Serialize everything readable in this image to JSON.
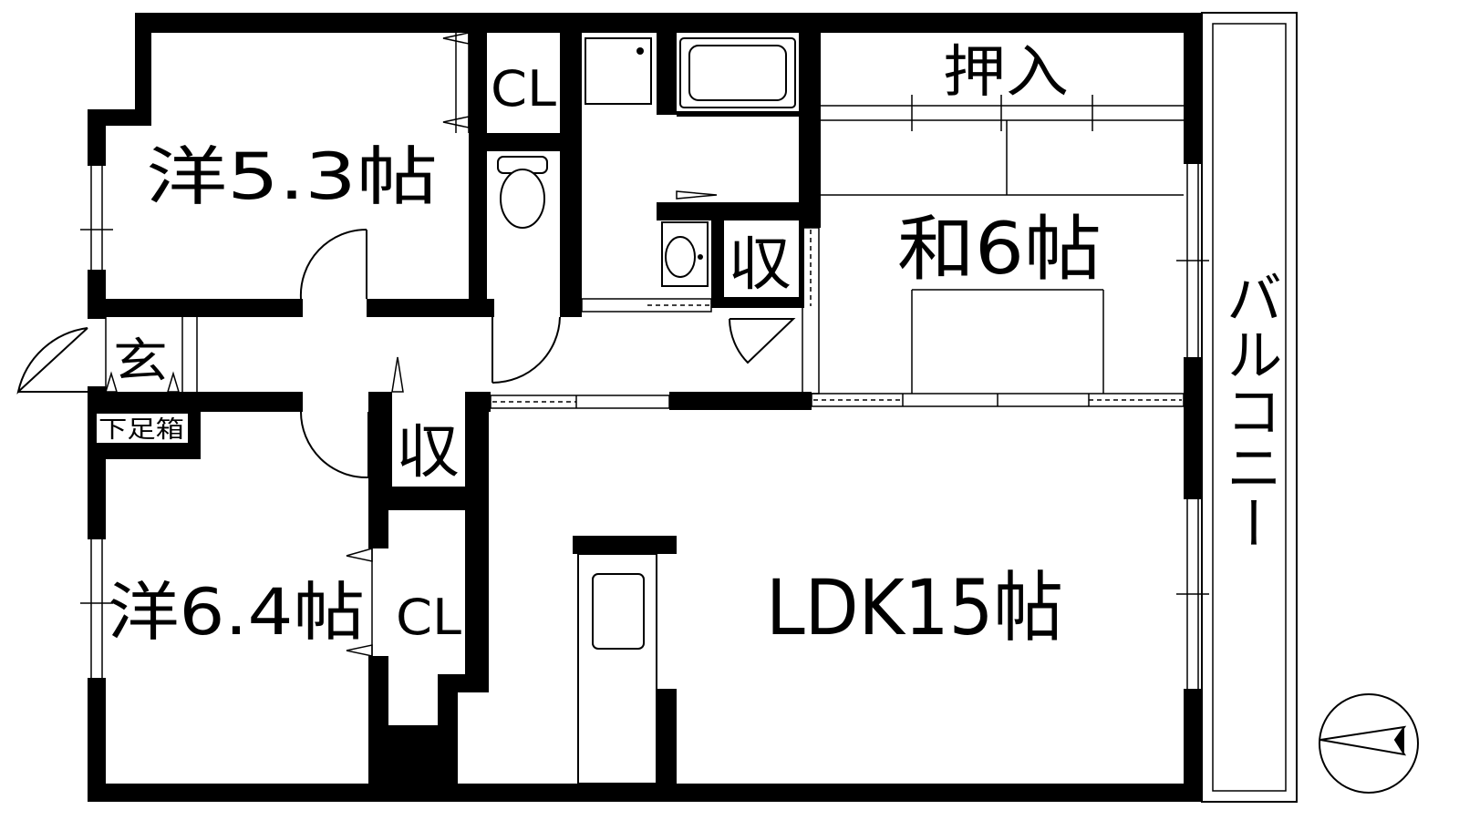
{
  "floorplan": {
    "rooms": {
      "western_room_1": "洋5.3帖",
      "western_room_2": "洋6.4帖",
      "japanese_room": "和6帖",
      "ldk": "LDK15帖",
      "balcony": "バルコニー",
      "entrance": "玄",
      "shoe_cabinet": "下足箱",
      "closet_1": "CL",
      "closet_2": "CL",
      "storage_1": "収",
      "storage_2": "収",
      "oshiire": "押入"
    }
  }
}
